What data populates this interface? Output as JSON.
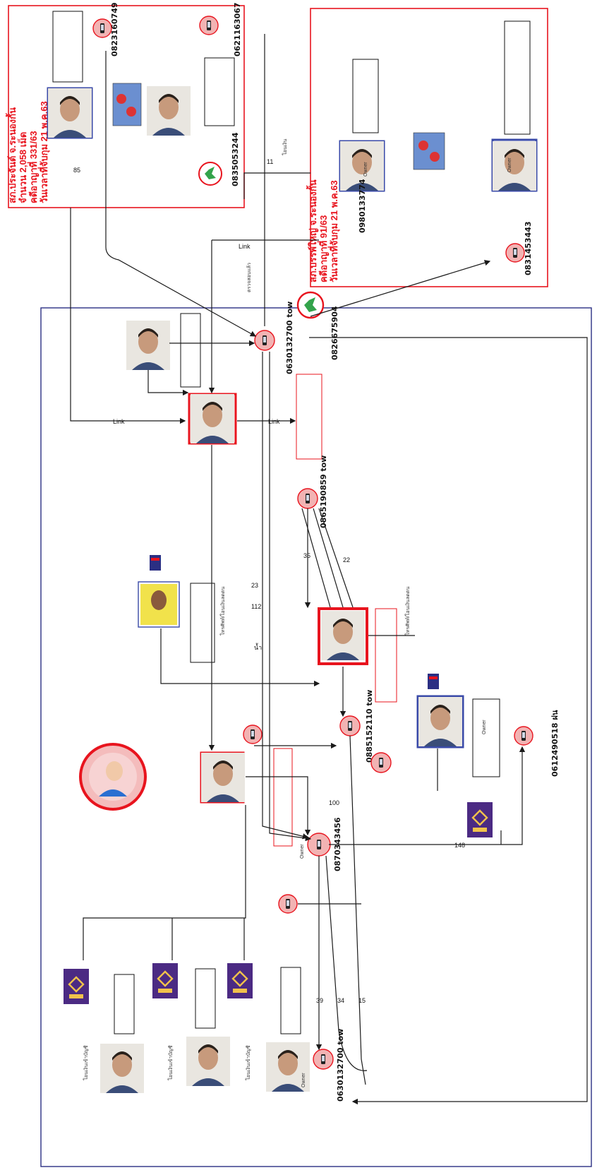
{
  "panels": {
    "top_right": {
      "title_lines": [
        "สภ.ประจันต์ จ.ระนองกั้น",
        "จำนวน 2,058 เม็ด",
        "คดีอาญาที่ 331/63",
        "วันเวลาที่จับกุม 21 พ.ค.63"
      ],
      "phone": "0835053244"
    },
    "mid_right": {
      "title_lines": [
        "สภ.บรรพ์ใหญ่ จ.ระนองกั้น",
        "คดีอาญาที่ 91/63",
        "วันเวลาที่จับกุม 21 พ.ค.63"
      ],
      "phones": [
        "0980133774",
        "0831453443"
      ]
    }
  },
  "phones": {
    "p1": "0823160749",
    "p2": "0621163067",
    "p3": "0826675904",
    "p4": "0612490518 ฝน",
    "p5": "0630132700 tow",
    "p6": "0870343456",
    "p7": "0885152110 tow",
    "p8": "0865190859 tow"
  },
  "edge_labels": [
    "น้ำ",
    "85",
    "22",
    "11",
    "23",
    "35",
    "112",
    "100",
    "39",
    "34",
    "15",
    "148"
  ],
  "words": {
    "owner": "Owner",
    "link": "Link",
    "transfer": "โอนเงิน",
    "transfer_account": "โอนเงินเข้าบัญชี",
    "phone_transfer": "โทรศัพท์/โอนเงินลดตน",
    "checked": "ตรวจสอบแล้ว"
  },
  "colors": {
    "red": "#e8141e",
    "navy": "#2b2f83",
    "scb_purple": "#4b2a83",
    "phone_circle": "#f2b3b3",
    "blue_frame": "#3a4aa8"
  }
}
